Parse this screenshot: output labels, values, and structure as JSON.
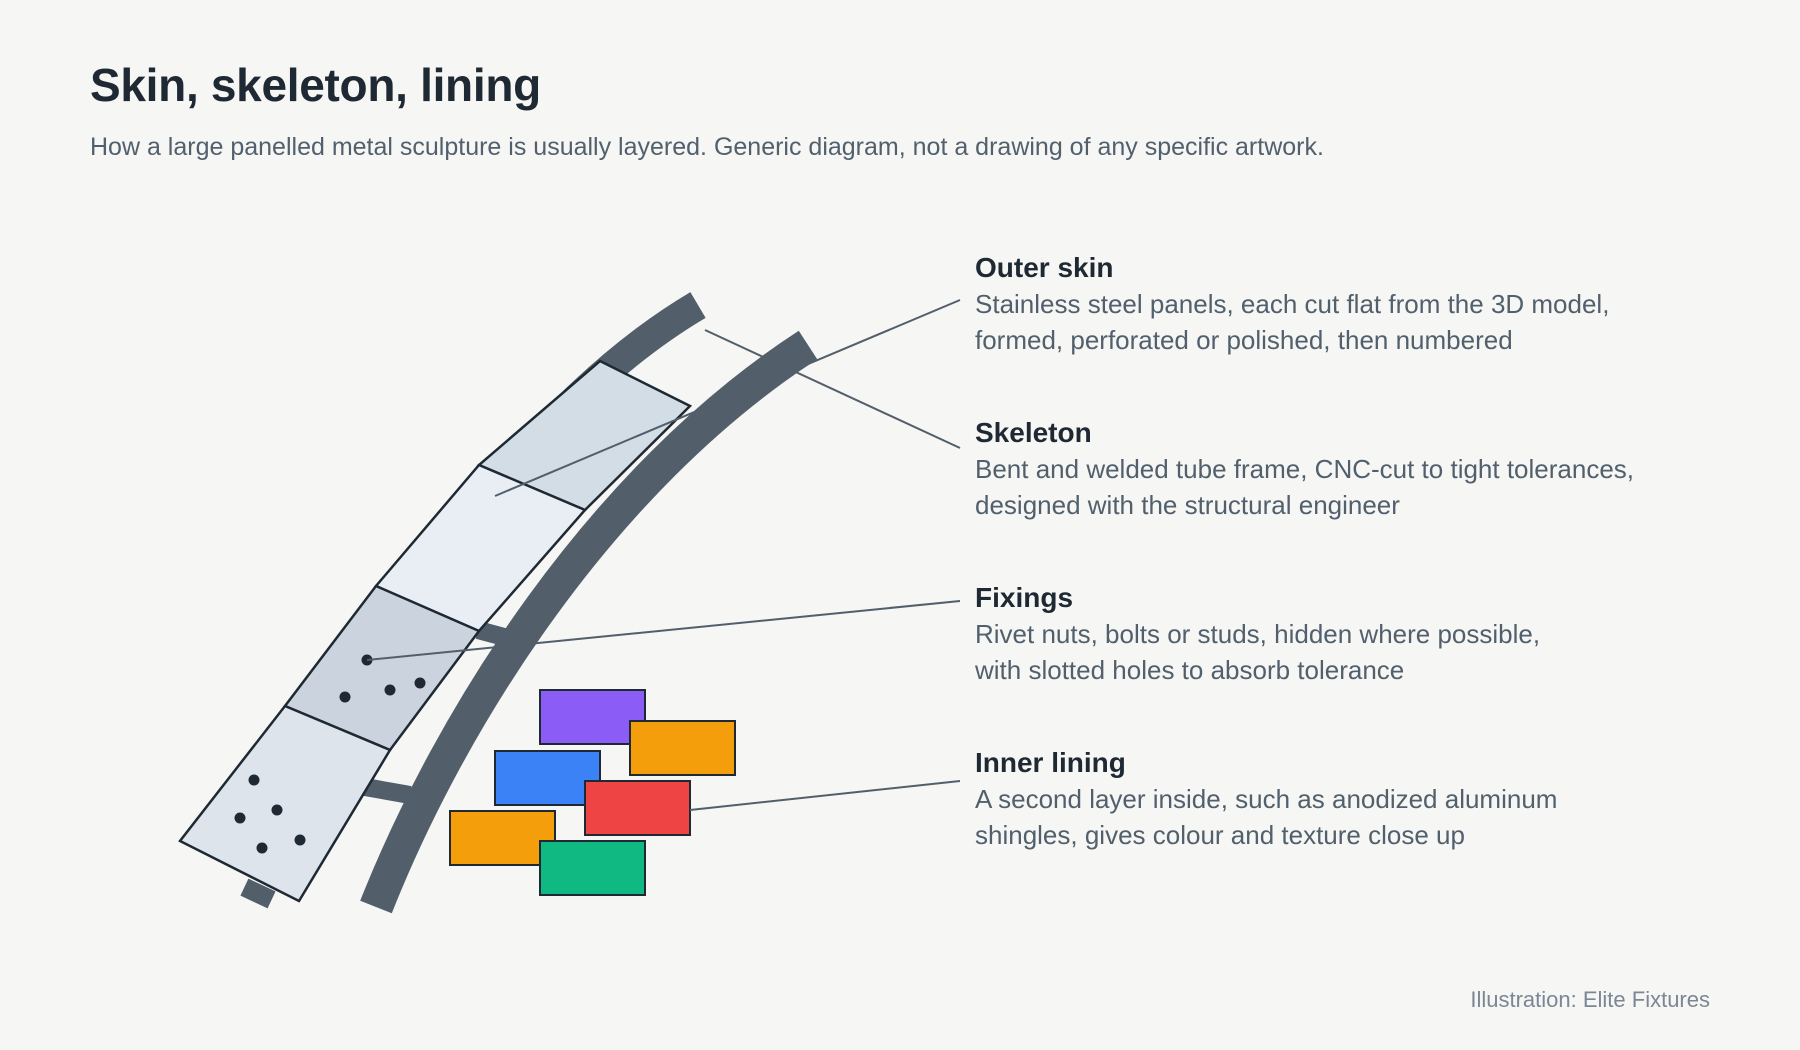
{
  "title": "Skin, skeleton, lining",
  "subtitle": "How a large panelled metal sculpture is usually layered. Generic diagram, not a drawing of any specific artwork.",
  "callouts": [
    {
      "heading": "Outer skin",
      "lines": [
        "Stainless steel panels, each cut flat from the 3D model,",
        "formed, perforated or polished, then numbered"
      ]
    },
    {
      "heading": "Skeleton",
      "lines": [
        "Bent and welded tube frame, CNC-cut to tight tolerances,",
        "designed with the structural engineer"
      ]
    },
    {
      "heading": "Fixings",
      "lines": [
        "Rivet nuts, bolts or studs, hidden where possible,",
        "with slotted holes to absorb tolerance"
      ]
    },
    {
      "heading": "Inner lining",
      "lines": [
        "A second layer inside, such as anodized aluminum",
        "shingles, gives colour and texture close up"
      ]
    }
  ],
  "credit": "Illustration: Elite Fixtures",
  "colors": {
    "background": "#f6f6f4",
    "skeleton": "#525f6b",
    "outline": "#1f2933",
    "leader": "#525f6b",
    "panels": [
      "#d3dde6",
      "#e9eef4",
      "#cbd4de",
      "#dde4ec"
    ],
    "shingles": [
      "#8b5cf6",
      "#f59e0b",
      "#3b82f6",
      "#ef4444",
      "#f59e0b",
      "#10b981"
    ]
  }
}
